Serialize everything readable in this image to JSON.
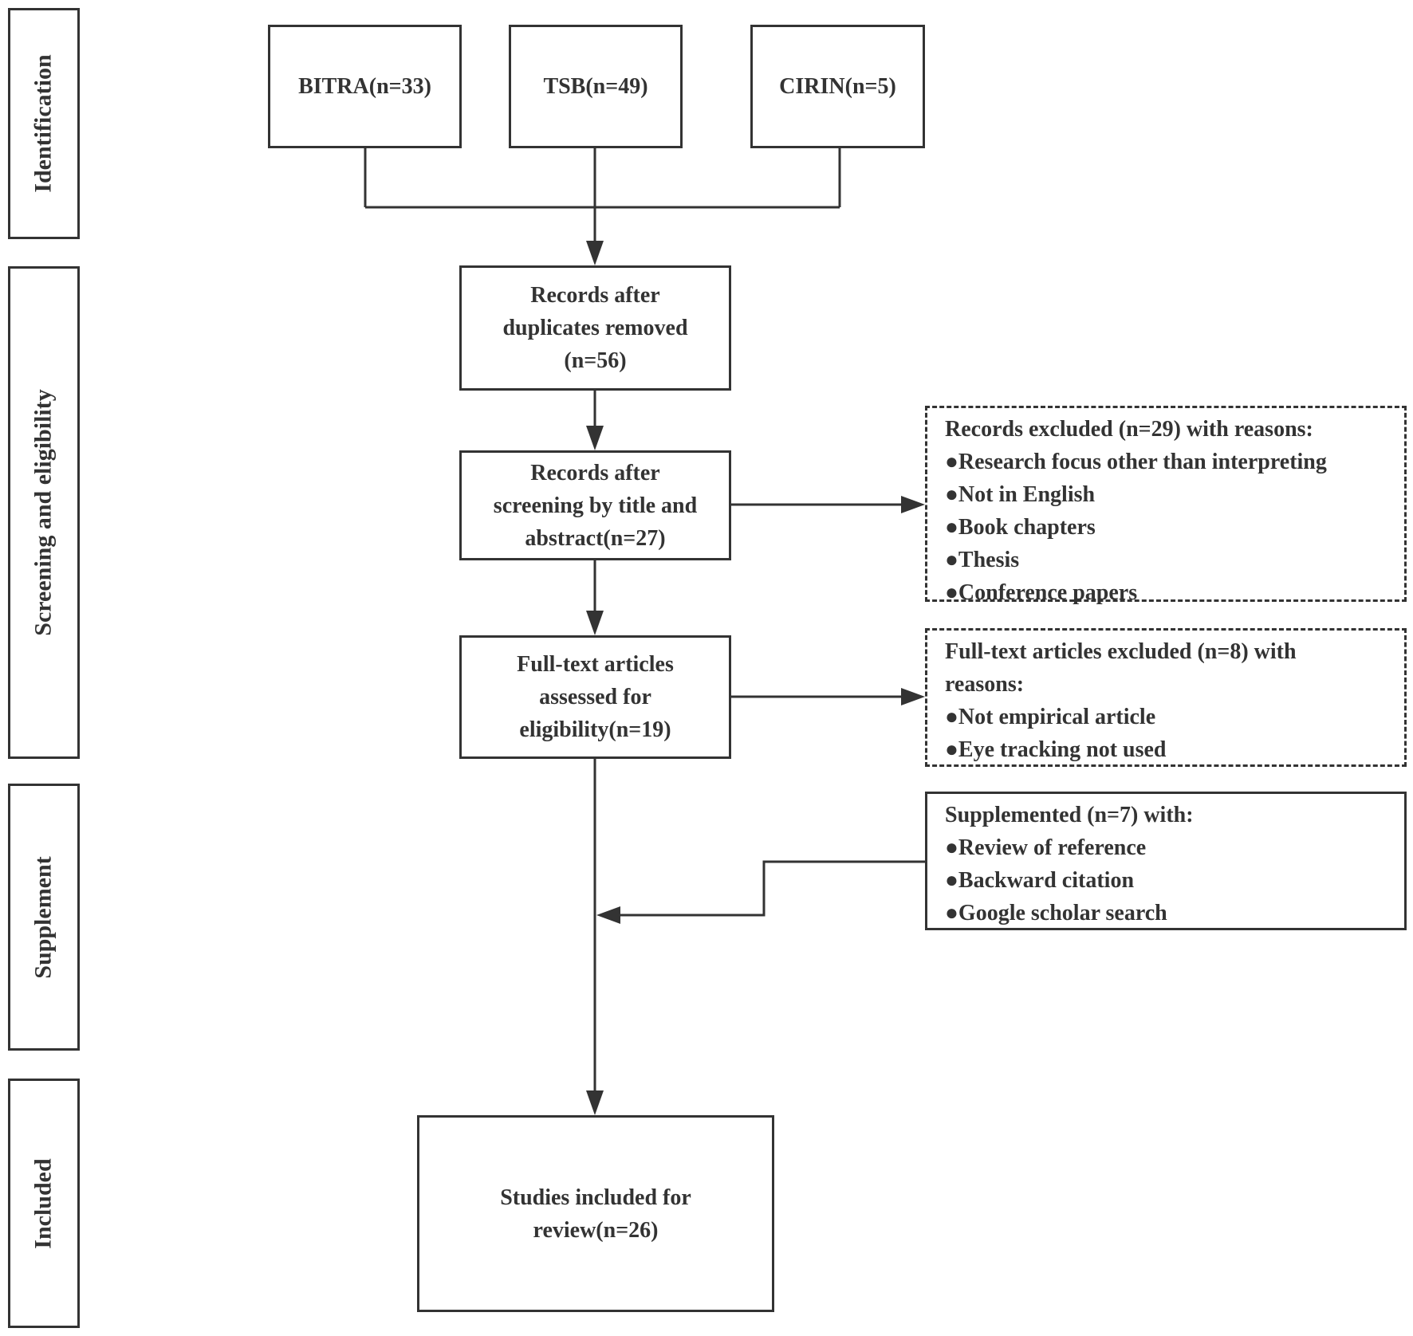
{
  "colors": {
    "stroke": "#333333",
    "background": "#ffffff"
  },
  "stages": [
    {
      "label": "Identification"
    },
    {
      "label": "Screening and eligibility"
    },
    {
      "label": "Supplement"
    },
    {
      "label": "Included"
    }
  ],
  "sources": [
    {
      "label": "BITRA(n=33)"
    },
    {
      "label": "TSB(n=49)"
    },
    {
      "label": "CIRIN(n=5)"
    }
  ],
  "flow": {
    "duplicates_removed": [
      "Records after",
      "duplicates removed",
      "(n=56)"
    ],
    "screening": [
      "Records after",
      "screening by title and",
      "abstract(n=27)"
    ],
    "full_text": [
      "Full-text articles",
      "assessed for",
      "eligibility(n=19)"
    ],
    "included": [
      "Studies included for",
      "review(n=26)"
    ]
  },
  "side": {
    "records_excluded": [
      "Records excluded (n=29) with reasons:",
      "●Research focus other than interpreting",
      "●Not in English",
      "●Book chapters",
      "●Thesis",
      "●Conference papers"
    ],
    "fulltext_excluded": [
      "Full-text articles excluded (n=8) with",
      "reasons:",
      "●Not empirical article",
      "●Eye tracking not used"
    ],
    "supplemented": [
      "Supplemented (n=7) with:",
      "●Review of reference",
      "●Backward citation",
      "●Google scholar search"
    ]
  }
}
